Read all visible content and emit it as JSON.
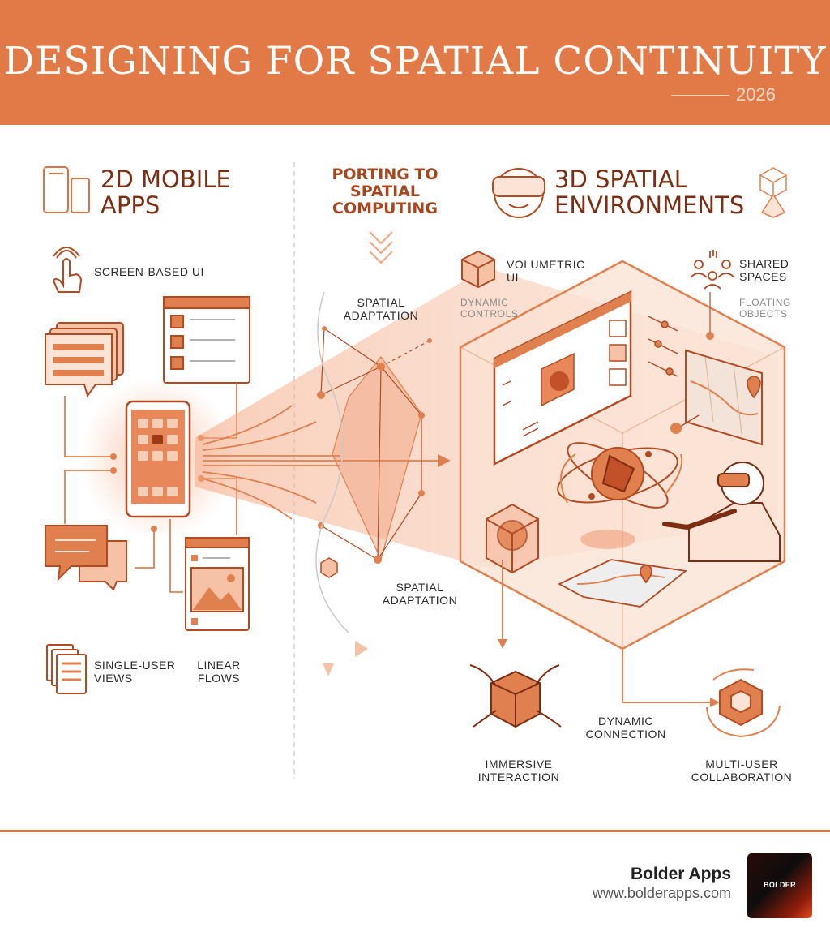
{
  "header": {
    "title": "DESIGNING FOR SPATIAL CONTINUITY",
    "year": "2026"
  },
  "left": {
    "heading_line1": "2D MOBILE",
    "heading_line2": "APPS",
    "screen_based_ui": "SCREEN-BASED UI",
    "single_user_line1": "SINGLE-USER",
    "single_user_line2": "VIEWS",
    "linear_line1": "LINEAR",
    "linear_line2": "FLOWS"
  },
  "middle": {
    "heading_line1": "PORTING TO",
    "heading_line2": "SPATIAL",
    "heading_line3": "COMPUTING",
    "adapt_top_line1": "SPATIAL",
    "adapt_top_line2": "ADAPTATION",
    "adapt_bottom_line1": "SPATIAL",
    "adapt_bottom_line2": "ADAPTATION"
  },
  "right": {
    "heading_line1": "3D SPATIAL",
    "heading_line2": "ENVIRONMENTS",
    "volumetric_line1": "VOLUMETRIC",
    "volumetric_line2": "UI",
    "dynamic_controls": "DYNAMIC CONTROLS",
    "shared_line1": "SHARED",
    "shared_line2": "SPACES",
    "floating_line1": "FLOATING",
    "floating_line2": "OBJECTS",
    "immersive_line1": "IMMERSIVE",
    "immersive_line2": "INTERACTION",
    "dynamic_conn_line1": "DYNAMIC",
    "dynamic_conn_line2": "CONNECTION",
    "multi_line1": "MULTI-USER",
    "multi_line2": "COLLABORATION"
  },
  "footer": {
    "brand": "Bolder Apps",
    "url": "www.bolderapps.com",
    "logo_text": "BOLDER"
  },
  "colors": {
    "accent": "#e27a48",
    "dark": "#7c2d12",
    "fill": "#f6c2a6"
  }
}
